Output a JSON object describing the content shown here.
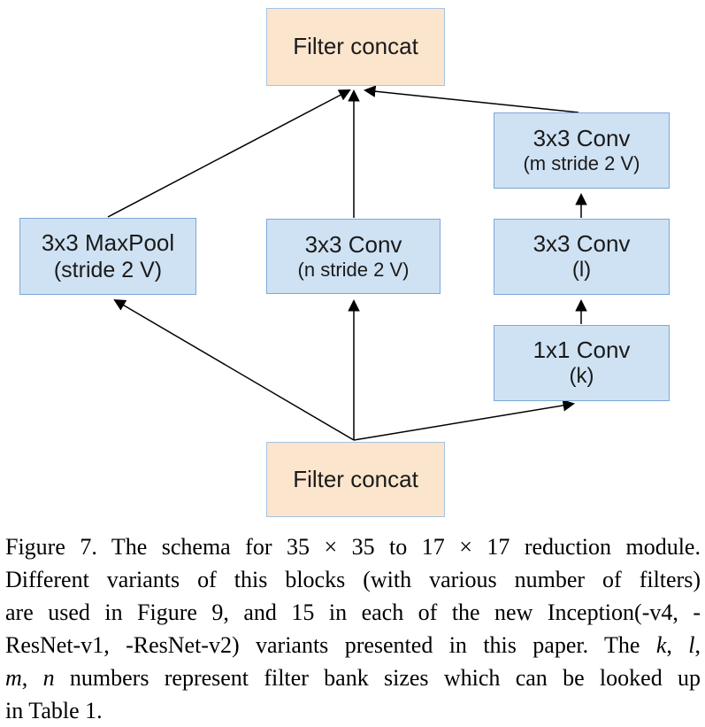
{
  "figure": {
    "nodes": [
      {
        "id": "filter-concat-top",
        "title": "Filter concat",
        "subtitle": "",
        "kind": "concat"
      },
      {
        "id": "conv-3x3-m-stride2",
        "title": "3x3 Conv",
        "subtitle": "(m stride 2 V)",
        "kind": "conv"
      },
      {
        "id": "maxpool-3x3-stride2",
        "title": "3x3 MaxPool",
        "subtitle": "(stride 2 V)",
        "kind": "conv"
      },
      {
        "id": "conv-3x3-n-stride2",
        "title": "3x3 Conv",
        "subtitle": "(n stride 2 V)",
        "kind": "conv"
      },
      {
        "id": "conv-3x3-l",
        "title": "3x3 Conv",
        "subtitle": "(l)",
        "kind": "conv"
      },
      {
        "id": "conv-1x1-k",
        "title": "1x1 Conv",
        "subtitle": "(k)",
        "kind": "conv"
      },
      {
        "id": "filter-concat-bottom",
        "title": "Filter concat",
        "subtitle": "",
        "kind": "concat"
      }
    ],
    "edges": [
      {
        "from": "filter-concat-bottom",
        "to": "maxpool-3x3-stride2"
      },
      {
        "from": "filter-concat-bottom",
        "to": "conv-3x3-n-stride2"
      },
      {
        "from": "filter-concat-bottom",
        "to": "conv-1x1-k"
      },
      {
        "from": "conv-1x1-k",
        "to": "conv-3x3-l"
      },
      {
        "from": "conv-3x3-l",
        "to": "conv-3x3-m-stride2"
      },
      {
        "from": "maxpool-3x3-stride2",
        "to": "filter-concat-top"
      },
      {
        "from": "conv-3x3-n-stride2",
        "to": "filter-concat-top"
      },
      {
        "from": "conv-3x3-m-stride2",
        "to": "filter-concat-top"
      }
    ],
    "colors": {
      "concat_fill": "#fce5cd",
      "concat_border": "#a4c2e4",
      "conv_fill": "#cfe2f3",
      "conv_border": "#7da7d9",
      "arrow": "#000000"
    }
  },
  "caption": {
    "lines": [
      {
        "runs": [
          {
            "t": "Figure 7. The schema for "
          },
          {
            "t": "35 × 35",
            "m": true
          },
          {
            "t": " to "
          },
          {
            "t": "17 × 17",
            "m": true
          },
          {
            "t": " reduction module."
          }
        ]
      },
      {
        "runs": [
          {
            "t": "Different variants of this blocks (with various number of filters)"
          }
        ]
      },
      {
        "runs": [
          {
            "t": "are used in Figure 9, and 15 in each of the new Inception(-v4, -"
          }
        ]
      },
      {
        "runs": [
          {
            "t": "ResNet-v1, -ResNet-v2) variants presented in this paper. The "
          },
          {
            "t": "k",
            "i": true
          },
          {
            "t": ", "
          },
          {
            "t": "l",
            "i": true
          },
          {
            "t": ","
          }
        ]
      },
      {
        "runs": [
          {
            "t": "m",
            "i": true
          },
          {
            "t": ", "
          },
          {
            "t": "n",
            "i": true
          },
          {
            "t": " numbers represent filter bank sizes which can be looked up"
          }
        ]
      },
      {
        "runs": [
          {
            "t": "in Table 1."
          }
        ],
        "last": true
      }
    ]
  }
}
